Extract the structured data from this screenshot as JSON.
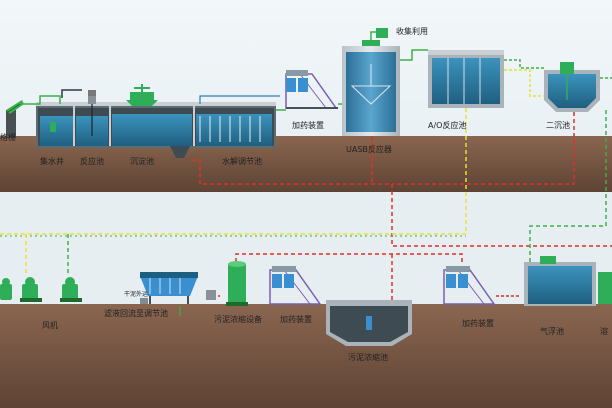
{
  "labels": {
    "grille": "格栅",
    "collection_well": "集水井",
    "reaction_tank": "反应池",
    "sedimentation_tank": "沉淀池",
    "hydrolysis_tank": "水解调节池",
    "dosing_upper": "加药装置",
    "uasb": "UASB反应器",
    "collect_reuse": "收集利用",
    "ao_tank": "A/O反应池",
    "secondary_sed": "二沉池",
    "blower": "风机",
    "filtrate_tank": "滤液回流至调节池",
    "dry_mud": "干泥外运",
    "sludge_thickener_equipment": "污泥浓缩设备",
    "dosing_lower_left": "加药装置",
    "sludge_thickening_tank": "污泥浓缩池",
    "dosing_lower_right": "加药装置",
    "air_flotation": "气浮池",
    "partial_right": "溶"
  },
  "colors": {
    "sky_top": "#eef4f7",
    "ground": "#7b5a45",
    "ground_dark": "#5a3f30",
    "water": "#2a7fa6",
    "water_dark": "#1d5f80",
    "tank_wall": "#c9cfd3",
    "pipe_red": "#e0302a",
    "pipe_yellow": "#e8e030",
    "pipe_green": "#3cb04a",
    "equipment_blue": "#3a8fd0",
    "equipment_green": "#2fae5a"
  }
}
